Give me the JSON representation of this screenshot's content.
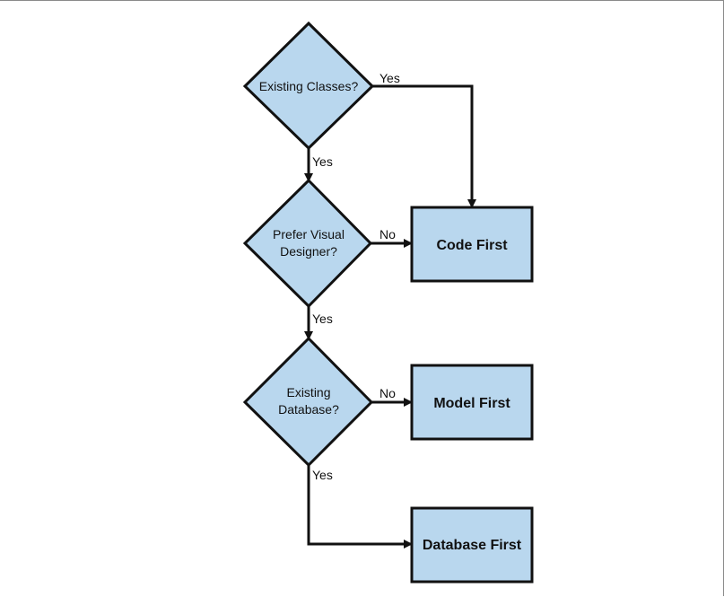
{
  "diagram": {
    "nodes": {
      "existing_classes": {
        "lines": [
          "Existing Classes?"
        ]
      },
      "prefer_visual": {
        "lines": [
          "Prefer Visual",
          "Designer?"
        ]
      },
      "existing_database": {
        "lines": [
          "Existing",
          "Database?"
        ]
      },
      "code_first": {
        "label": "Code First"
      },
      "model_first": {
        "label": "Model First"
      },
      "database_first": {
        "label": "Database First"
      }
    },
    "edges": {
      "classes_yes_right": "Yes",
      "classes_yes_down": "Yes",
      "visual_no": "No",
      "visual_yes": "Yes",
      "database_no": "No",
      "database_yes": "Yes"
    },
    "colors": {
      "fill": "#b9d7ee",
      "stroke": "#111111"
    }
  }
}
